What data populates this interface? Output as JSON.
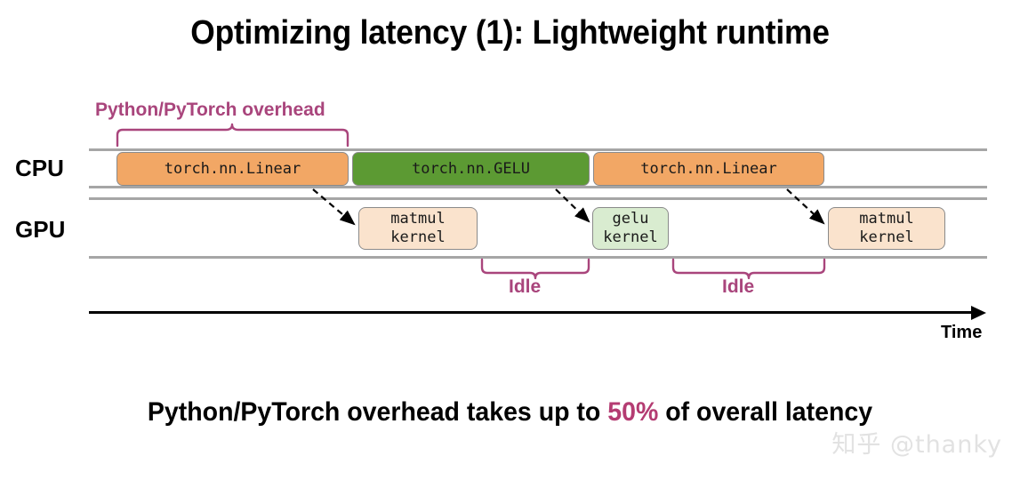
{
  "title": "Optimizing latency (1): Lightweight runtime",
  "lanes": [
    {
      "label": "CPU"
    },
    {
      "label": "GPU"
    }
  ],
  "cpu_ops": [
    {
      "label": "torch.nn.Linear",
      "color": "#f2a765"
    },
    {
      "label": "torch.nn.GELU",
      "color": "#5c9a33"
    },
    {
      "label": "torch.nn.Linear",
      "color": "#f2a765"
    }
  ],
  "gpu_kernels": [
    {
      "line1": "matmul",
      "line2": "kernel",
      "color": "#fae3cd"
    },
    {
      "line1": "gelu",
      "line2": "kernel",
      "color": "#d9ecd0"
    },
    {
      "line1": "matmul",
      "line2": "kernel",
      "color": "#fae3cd"
    }
  ],
  "annotations": {
    "overhead_label": "Python/PyTorch overhead",
    "idle_labels": [
      "Idle",
      "Idle"
    ],
    "accent_color": "#a9457c"
  },
  "axis": {
    "label": "Time"
  },
  "caption": {
    "prefix": "Python/PyTorch overhead takes up to ",
    "highlight": "50%",
    "suffix": " of overall latency",
    "highlight_color": "#b43c72"
  },
  "watermark": "知乎 @thanky",
  "chart_data": {
    "type": "timeline",
    "title": "Optimizing latency (1): Lightweight runtime",
    "lanes": [
      "CPU",
      "GPU"
    ],
    "xlabel": "Time",
    "series": [
      {
        "name": "CPU",
        "blocks": [
          {
            "label": "torch.nn.Linear",
            "start": 131,
            "end": 392,
            "color": "#f2a765"
          },
          {
            "label": "torch.nn.GELU",
            "start": 396,
            "end": 663,
            "color": "#5c9a33"
          },
          {
            "label": "torch.nn.Linear",
            "start": 667,
            "end": 927,
            "color": "#f2a765"
          }
        ]
      },
      {
        "name": "GPU",
        "blocks": [
          {
            "label": "matmul kernel",
            "start": 403,
            "end": 537,
            "color": "#fae3cd"
          },
          {
            "label": "gelu kernel",
            "start": 666,
            "end": 752,
            "color": "#d9ecd0"
          },
          {
            "label": "matmul kernel",
            "start": 931,
            "end": 1063,
            "color": "#fae3cd"
          }
        ]
      }
    ],
    "braces": [
      {
        "label": "Python/PyTorch overhead",
        "start": 131,
        "end": 392,
        "lane": "CPU"
      },
      {
        "label": "Idle",
        "start": 541,
        "end": 662,
        "lane": "GPU"
      },
      {
        "label": "Idle",
        "start": 757,
        "end": 927,
        "lane": "GPU"
      }
    ],
    "launch_arrows": [
      {
        "from": "torch.nn.Linear #1",
        "to": "matmul kernel #1"
      },
      {
        "from": "torch.nn.GELU",
        "to": "gelu kernel"
      },
      {
        "from": "torch.nn.Linear #2",
        "to": "matmul kernel #2"
      }
    ]
  }
}
